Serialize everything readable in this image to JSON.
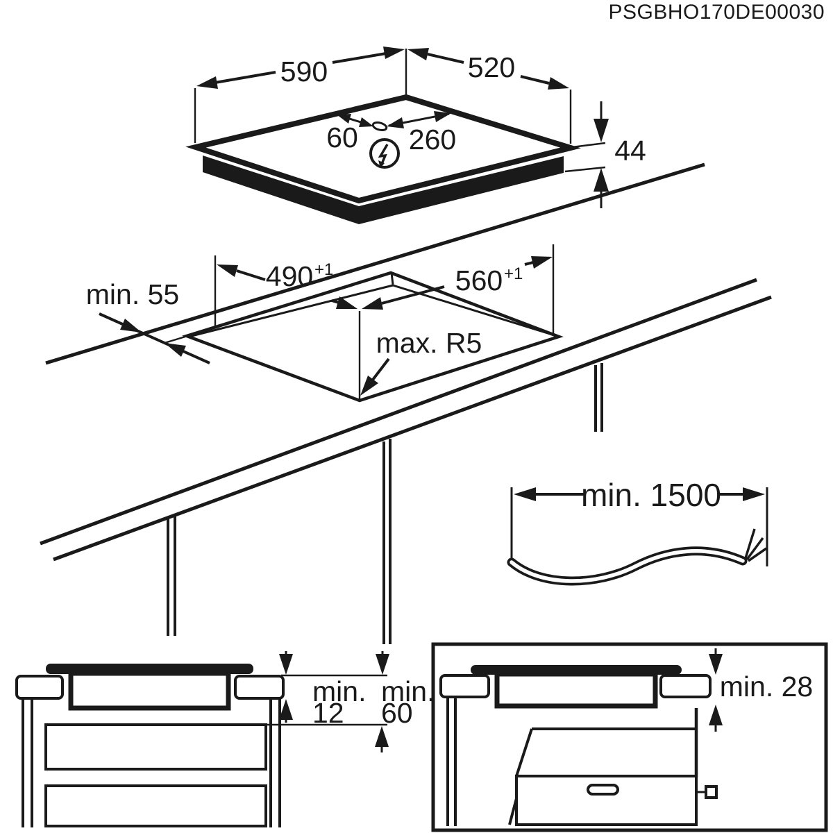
{
  "document_code": "PSGBHO170DE00030",
  "colors": {
    "ink": "#1a1a1a",
    "background": "#ffffff"
  },
  "hob_top_view": {
    "width_mm": "590",
    "depth_mm": "520",
    "height_mm": "44",
    "mains_gland_offset_left_mm": "60",
    "mains_gland_offset_right_mm": "260",
    "power_icon": "lightning-bolt-circle-icon"
  },
  "worktop_cutout_view": {
    "cutout_depth_mm": "490",
    "cutout_depth_tolerance": "+1",
    "cutout_width_mm": "560",
    "cutout_width_tolerance": "+1",
    "corner_radius": "max. R5",
    "min_edge_distance": "min. 55"
  },
  "mains_cable": {
    "min_length": "min. 1500"
  },
  "clearance_section_drawer": {
    "worktop_clearance_label": "min.",
    "worktop_clearance_value": "12",
    "drawer_clearance_label": "min.",
    "drawer_clearance_value": "60"
  },
  "clearance_section_oven": {
    "oven_clearance": "min. 28"
  }
}
